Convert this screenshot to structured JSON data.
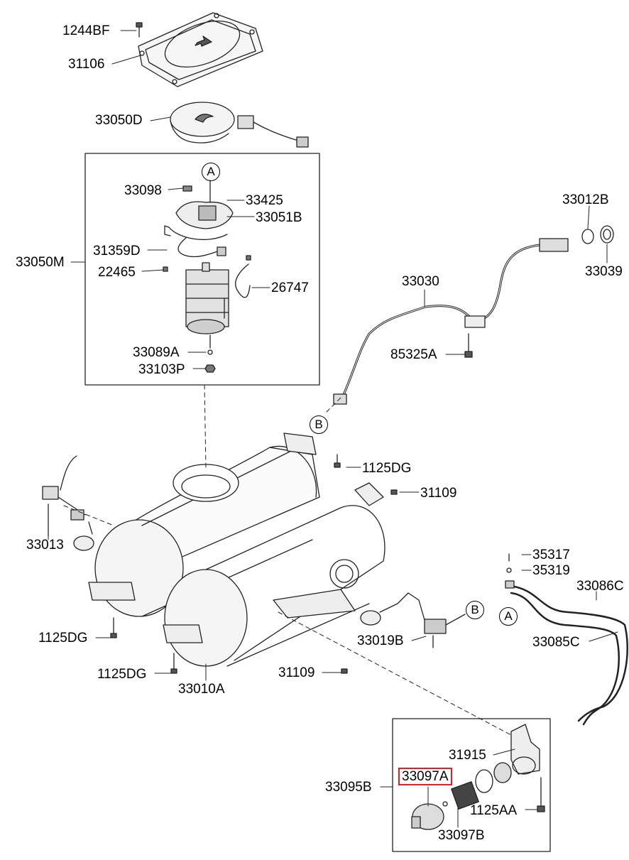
{
  "labels": {
    "p1244BF": "1244BF",
    "p31106": "31106",
    "p33050D": "33050D",
    "p33050M": "33050M",
    "p33098": "33098",
    "p33425": "33425",
    "p33051B": "33051B",
    "p31359D": "31359D",
    "p22465": "22465",
    "p26747": "26747",
    "p33089A": "33089A",
    "p33103P": "33103P",
    "p33012B": "33012B",
    "p33039": "33039",
    "p33030": "33030",
    "p85325A": "85325A",
    "p1125DG_a": "1125DG",
    "p31109_a": "31109",
    "p33013": "33013",
    "p35317": "35317",
    "p35319": "35319",
    "p33086C": "33086C",
    "p33085C": "33085C",
    "p33019B": "33019B",
    "p1125DG_b": "1125DG",
    "p1125DG_c": "1125DG",
    "p33010A": "33010A",
    "p31109_b": "31109",
    "p31915": "31915",
    "p33095B": "33095B",
    "p33097A": "33097A",
    "p1125AA": "1125AA",
    "p33097B": "33097B"
  },
  "markers": {
    "a_top": "A",
    "b_pipe": "B",
    "b_valve": "B",
    "a_right": "A"
  },
  "highlight_color": "#e02020"
}
